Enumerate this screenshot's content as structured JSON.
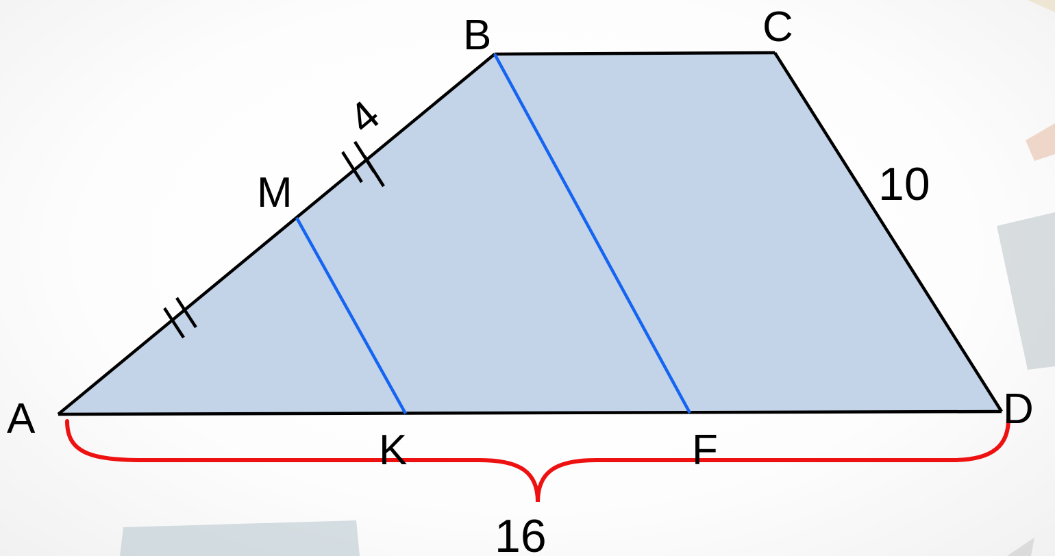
{
  "points": {
    "A": "A",
    "B": "B",
    "C": "C",
    "D": "D",
    "M": "M",
    "K": "K",
    "F": "F"
  },
  "measures": {
    "BM": "4",
    "CD": "10",
    "AD": "16"
  },
  "colors": {
    "fill": "#c3d3e8",
    "outline": "#000000",
    "parallel_lines": "#1565f0",
    "brace": "#ee1111"
  }
}
